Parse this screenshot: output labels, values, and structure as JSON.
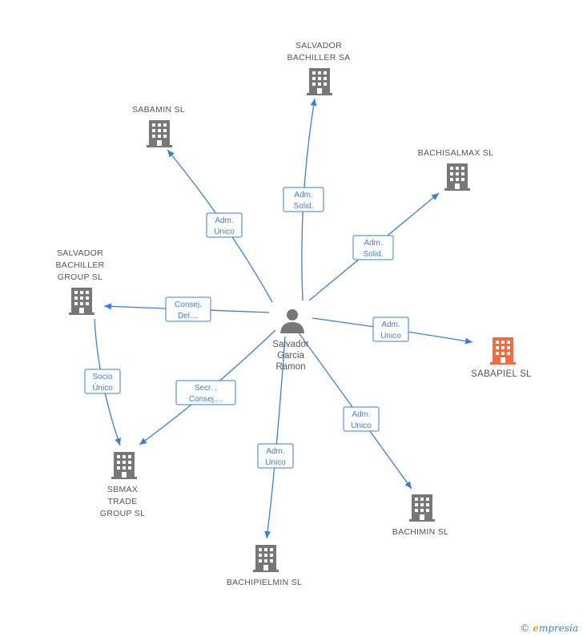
{
  "person": {
    "id": "center",
    "lines": [
      "Salvador",
      "Garcia",
      "Ramon"
    ],
    "icon": "person-icon"
  },
  "companies": [
    {
      "id": "salvador-bachiller-sa",
      "lines": [
        "SALVADOR",
        "BACHILLER SA"
      ],
      "highlight": false
    },
    {
      "id": "sabamin-sl",
      "lines": [
        "SABAMIN SL"
      ],
      "highlight": false
    },
    {
      "id": "bachisalmax-sl",
      "lines": [
        "BACHISALMAX SL"
      ],
      "highlight": false
    },
    {
      "id": "salvador-bachiller-group-sl",
      "lines": [
        "SALVADOR",
        "BACHILLER",
        "GROUP  SL"
      ],
      "highlight": false
    },
    {
      "id": "sabapiel-sl",
      "lines": [
        "SABAPIEL SL"
      ],
      "highlight": true
    },
    {
      "id": "sbmax-trade-group-sl",
      "lines": [
        "SBMAX",
        "TRADE",
        "GROUP  SL"
      ],
      "highlight": false
    },
    {
      "id": "bachimin-sl",
      "lines": [
        "BACHIMIN SL"
      ],
      "highlight": false
    },
    {
      "id": "bachipielmin-sl",
      "lines": [
        "BACHIPIELMIN SL"
      ],
      "highlight": false
    }
  ],
  "relations": [
    {
      "from": "center",
      "to": "salvador-bachiller-sa",
      "lines": [
        "Adm.",
        "Solid."
      ]
    },
    {
      "from": "center",
      "to": "sabamin-sl",
      "lines": [
        "Adm.",
        "Unico"
      ]
    },
    {
      "from": "center",
      "to": "bachisalmax-sl",
      "lines": [
        "Adm.",
        "Solid."
      ]
    },
    {
      "from": "center",
      "to": "salvador-bachiller-group-sl",
      "lines": [
        "Consej.",
        "Del...."
      ]
    },
    {
      "from": "center",
      "to": "sabapiel-sl",
      "lines": [
        "Adm.",
        "Unico"
      ]
    },
    {
      "from": "center",
      "to": "sbmax-trade-group-sl",
      "lines": [
        "Secr. ,",
        "Consej...."
      ]
    },
    {
      "from": "center",
      "to": "bachimin-sl",
      "lines": [
        "Adm.",
        "Unico"
      ]
    },
    {
      "from": "center",
      "to": "bachipielmin-sl",
      "lines": [
        "Adm.",
        "Unico"
      ]
    },
    {
      "from": "salvador-bachiller-group-sl",
      "to": "sbmax-trade-group-sl",
      "lines": [
        "Socio",
        "Único"
      ]
    }
  ],
  "colors": {
    "edge": "#3a7fd5",
    "building": "#777777",
    "building_highlight": "#f26a3d",
    "person": "#777777"
  },
  "footer": {
    "copyright": "©",
    "brand_initial": "e",
    "brand_rest": "mpresia"
  }
}
